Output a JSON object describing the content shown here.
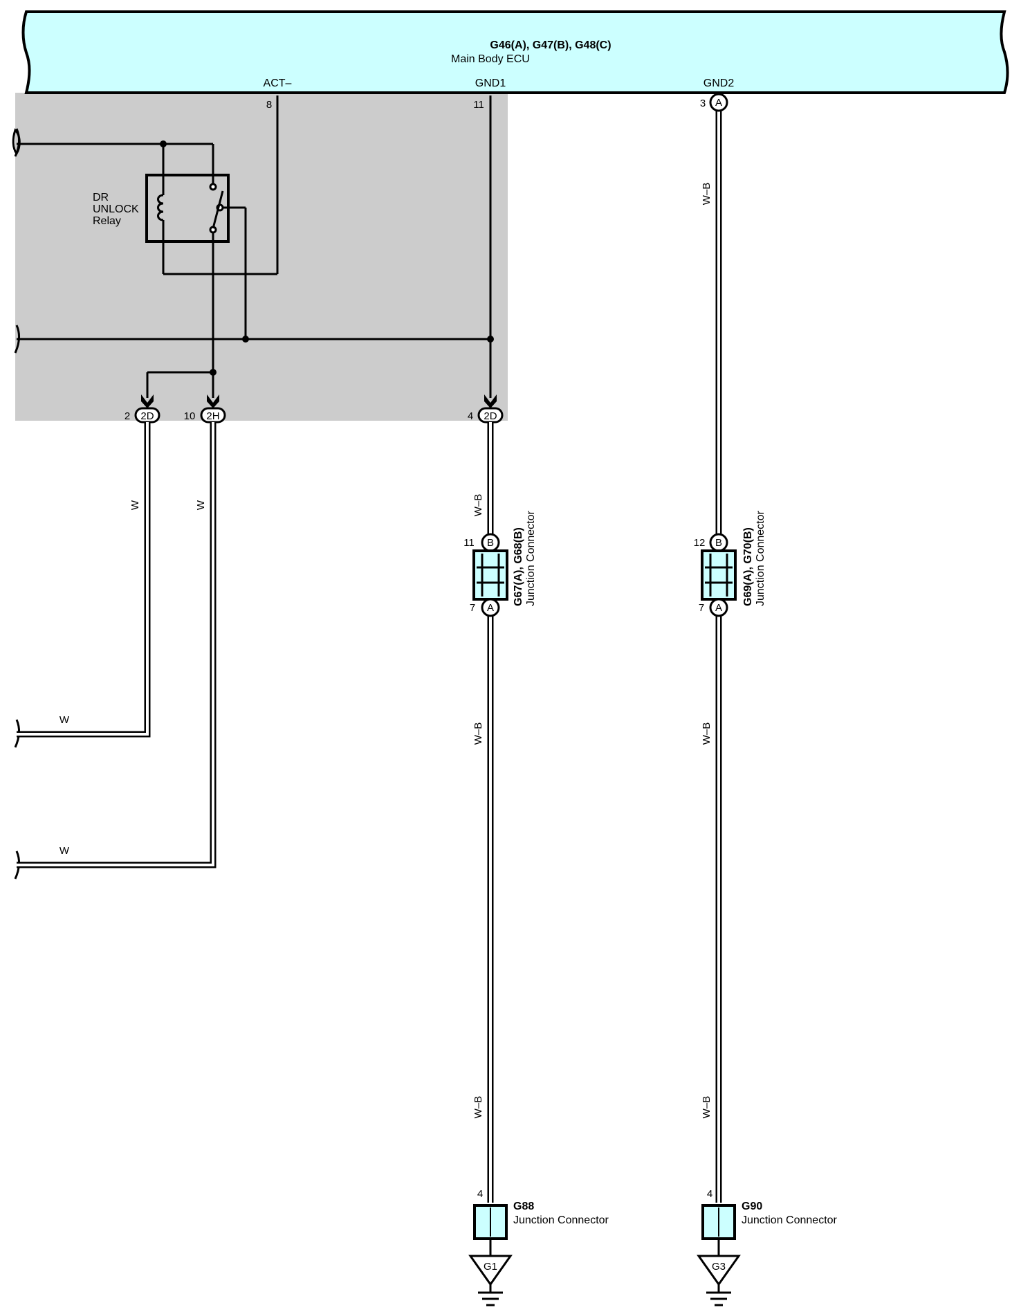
{
  "ecu": {
    "title": "G46(A), G47(B), G48(C)",
    "name": "Main Body ECU",
    "terminals": {
      "act": {
        "label": "ACT–",
        "pin": "8"
      },
      "gnd1": {
        "label": "GND1",
        "pin": "11"
      },
      "gnd2": {
        "label": "GND2",
        "pin": "3",
        "connector": "A"
      }
    }
  },
  "relay": {
    "line1": "DR",
    "line2": "UNLOCK",
    "line3": "Relay"
  },
  "junction_pins": [
    {
      "pin": "2",
      "code": "2D"
    },
    {
      "pin": "10",
      "code": "2H"
    },
    {
      "pin": "4",
      "code": "2D"
    }
  ],
  "wires": {
    "white": "W",
    "white_black": "W–B"
  },
  "junction_connectors": [
    {
      "title": "G67(A), G68(B)",
      "subtitle": "Junction Connector",
      "top_pin": "11",
      "top_code": "B",
      "bottom_pin": "7",
      "bottom_code": "A"
    },
    {
      "title": "G69(A), G70(B)",
      "subtitle": "Junction Connector",
      "top_pin": "12",
      "top_code": "B",
      "bottom_pin": "7",
      "bottom_code": "A"
    }
  ],
  "end_connectors": [
    {
      "title": "G88",
      "subtitle": "Junction Connector",
      "pin": "4",
      "ground": "G1"
    },
    {
      "title": "G90",
      "subtitle": "Junction Connector",
      "pin": "4",
      "ground": "G3"
    }
  ],
  "colors": {
    "ecu_fill": "#ccffff",
    "shaded_area": "#cccccc",
    "connector_fill": "#ccffff"
  }
}
